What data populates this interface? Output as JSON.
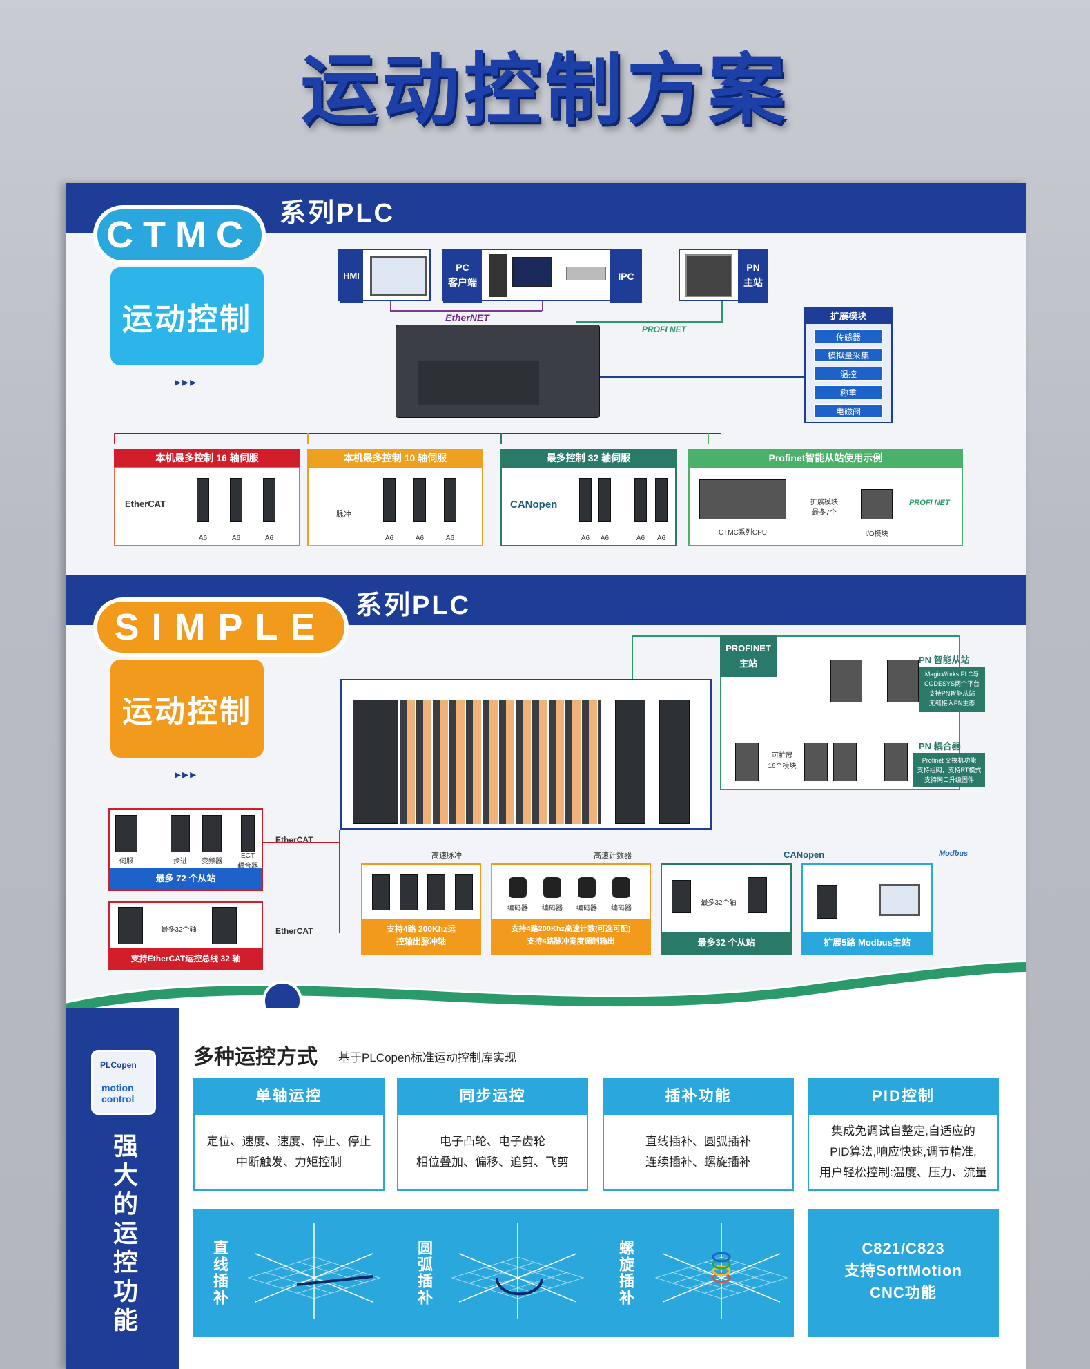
{
  "wall_title": "运动控制方案",
  "ctmc": {
    "logo": "CTMC",
    "series": "系列PLC",
    "button": "运动控制",
    "arrows": "▸▸▸",
    "hmi": "HMI",
    "pc": "PC\n客户端",
    "ipc": "IPC",
    "pn": "PN\n主站",
    "ethernet": "EtherNET",
    "profinet": "PROFI NET",
    "expansion": {
      "title": "扩展模块",
      "items": [
        "传感器",
        "模拟量采集",
        "温控",
        "称重",
        "电磁阀"
      ]
    },
    "sections": [
      {
        "head": "本机最多控制 16 轴伺服",
        "logo": "EtherCAT",
        "labels": [
          "A6",
          "A6",
          "A6"
        ]
      },
      {
        "head": "本机最多控制 10 轴伺服",
        "logo": "脉冲",
        "labels": [
          "A6",
          "A6",
          "A6"
        ]
      },
      {
        "head": "最多控制 32 轴伺服",
        "logo": "CANopen",
        "labels": [
          "A6",
          "A6",
          "A6",
          "A6"
        ]
      },
      {
        "head": "Profinet智能从站使用示例",
        "cpu": "CTMC系列CPU",
        "ext": "扩展模块\n最多7个",
        "io": "I/O模块",
        "logo": "PROFI NET"
      }
    ]
  },
  "simple": {
    "logo": "SIMPLE",
    "series": "系列PLC",
    "button": "运动控制",
    "arrows": "▸▸▸",
    "profinet_master": "PROFINET\n主站",
    "pn_slave": {
      "title": "PN 智能从站",
      "desc": "MagicWorks PLC与\nCODESYS两个平台\n支持PN智能从站\n无缝接入PN生态"
    },
    "pn_coupler": {
      "title": "PN 耦合器",
      "desc": "Profinet 交换机功能\n支持组网，支持RT模式\n支持网口升级固件"
    },
    "expand16": "可扩展\n16个模块",
    "ethercat_box": {
      "labels": [
        "伺服",
        "步进",
        "变频器",
        "ECT\n耦合器"
      ],
      "footer": "最多 72 个从站"
    },
    "ethercat_box2": {
      "mid": "最多32个轴",
      "footer": "支持EtherCAT运控总线 32 轴"
    },
    "ethercat_logo": "EtherCAT",
    "pulse": {
      "tag": "高速脉冲",
      "footer": "支持4路 200Khz运\n控输出脉冲轴"
    },
    "counter": {
      "tag": "高速计数器",
      "enc": [
        "编码器",
        "编码器",
        "编码器",
        "编码器"
      ],
      "footer": "支持4路200Khz高速计数(可选可配)\n支持4路脉冲宽度调制输出"
    },
    "canopen": {
      "logo": "CANopen",
      "mid": "最多32个轴",
      "footer": "最多32 个从站"
    },
    "modbus": {
      "logo": "Modbus",
      "footer": "扩展5路 Modbus主站"
    }
  },
  "bottom": {
    "plcopen_logo_top": "PLCopen",
    "plcopen_logo_mid": "motion",
    "plcopen_logo_bot": "control",
    "side_title": "强大的运控功能",
    "heading": "多种运控方式",
    "subheading": "基于PLCopen标准运动控制库实现",
    "features": [
      {
        "title": "单轴运控",
        "body": "定位、速度、速度、停止、停止\n中断触发、力矩控制"
      },
      {
        "title": "同步运控",
        "body": "电子凸轮、电子齿轮\n相位叠加、偏移、追剪、飞剪"
      },
      {
        "title": "插补功能",
        "body": "直线插补、圆弧插补\n连续插补、螺旋插补"
      },
      {
        "title": "PID控制",
        "body": "集成免调试自整定,自适应的\nPID算法,响应快速,调节精准,\n用户轻松控制:温度、压力、流量"
      }
    ],
    "interp": [
      "直线插补",
      "圆弧插补",
      "螺旋插补"
    ],
    "softmotion": "C821/C823\n支持SoftMotion\nCNC功能"
  }
}
